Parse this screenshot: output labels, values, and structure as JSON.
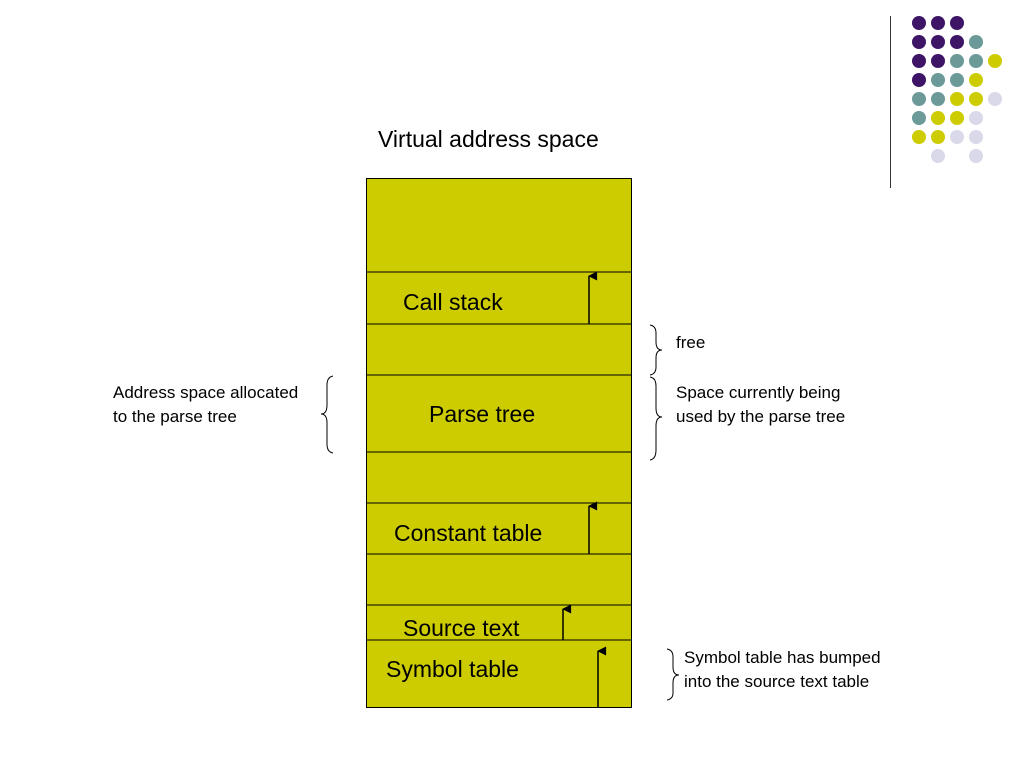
{
  "slide": {
    "title": "Virtual address space"
  },
  "theme": {
    "segment_fill": "#cccc00",
    "dot_colors": {
      "purple": "#3d1466",
      "teal": "#6b9a99",
      "olive": "#cccc00",
      "lavender": "#d9d9ea"
    }
  },
  "segments": {
    "call_stack": "Call stack",
    "parse_tree": "Parse tree",
    "constant_table": "Constant table",
    "source_text": "Source text",
    "symbol_table": "Symbol table"
  },
  "annotations": {
    "free": "free",
    "parse_tree_used": "Space currently being used by the parse tree",
    "parse_tree_allocated": "Address space allocated to the parse tree",
    "symbol_bump": "Symbol table has bumped into the source text table"
  }
}
